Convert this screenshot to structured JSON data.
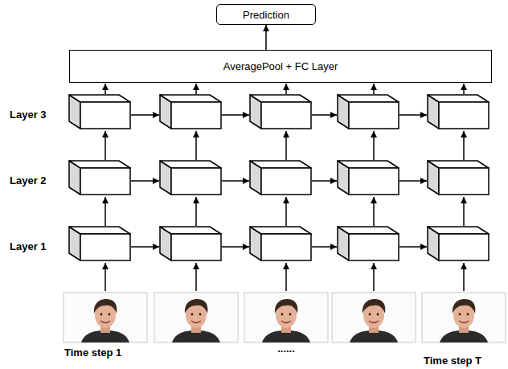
{
  "diagram": {
    "nodes": [
      {
        "text": [
          "Prediction"
        ]
      },
      {
        "text": [
          "AveragePool + FC Layer"
        ]
      }
    ],
    "edges": [
      {
        "from": 1,
        "to": 0,
        "arrow": "to"
      }
    ],
    "labels": [
      "Layer 3",
      "Layer 2",
      "Layer 1",
      "Time step 1",
      "......",
      "Time step T"
    ]
  }
}
